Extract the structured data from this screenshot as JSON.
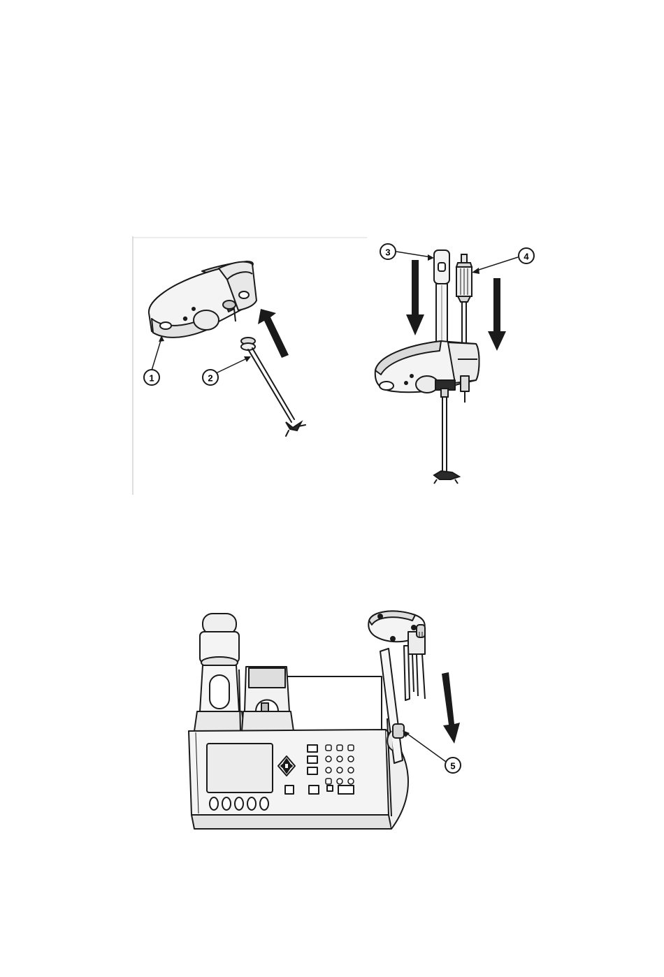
{
  "callouts": {
    "c1": "1",
    "c2": "2",
    "c3": "3",
    "c4": "4",
    "c5": "5"
  },
  "colors": {
    "ink": "#1a1a1a",
    "light_fill": "#f2f2f2",
    "mid_fill": "#d6d6d6",
    "dark_fill": "#2a2a2a",
    "paper": "#ffffff"
  },
  "icons": {
    "arrow": "down-arrow-icon"
  }
}
